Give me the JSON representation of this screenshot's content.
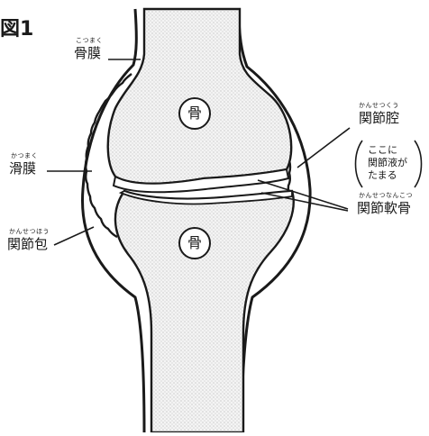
{
  "figure_label": "図1",
  "labels": {
    "periosteum": {
      "text": "骨膜",
      "reading": "こつまく"
    },
    "joint_cavity": {
      "text": "関節腔",
      "reading": "かんせつくう"
    },
    "joint_cavity_note": [
      "ここに",
      "関節液が",
      "たまる"
    ],
    "synovium": {
      "text": "滑膜",
      "reading": "かつまく"
    },
    "articular_cartilage": {
      "text": "関節軟骨",
      "reading": "かんせつなんこつ"
    },
    "joint_capsule": {
      "text": "関節包",
      "reading": "かんせつほう"
    },
    "bone_top": "骨",
    "bone_bottom": "骨"
  }
}
